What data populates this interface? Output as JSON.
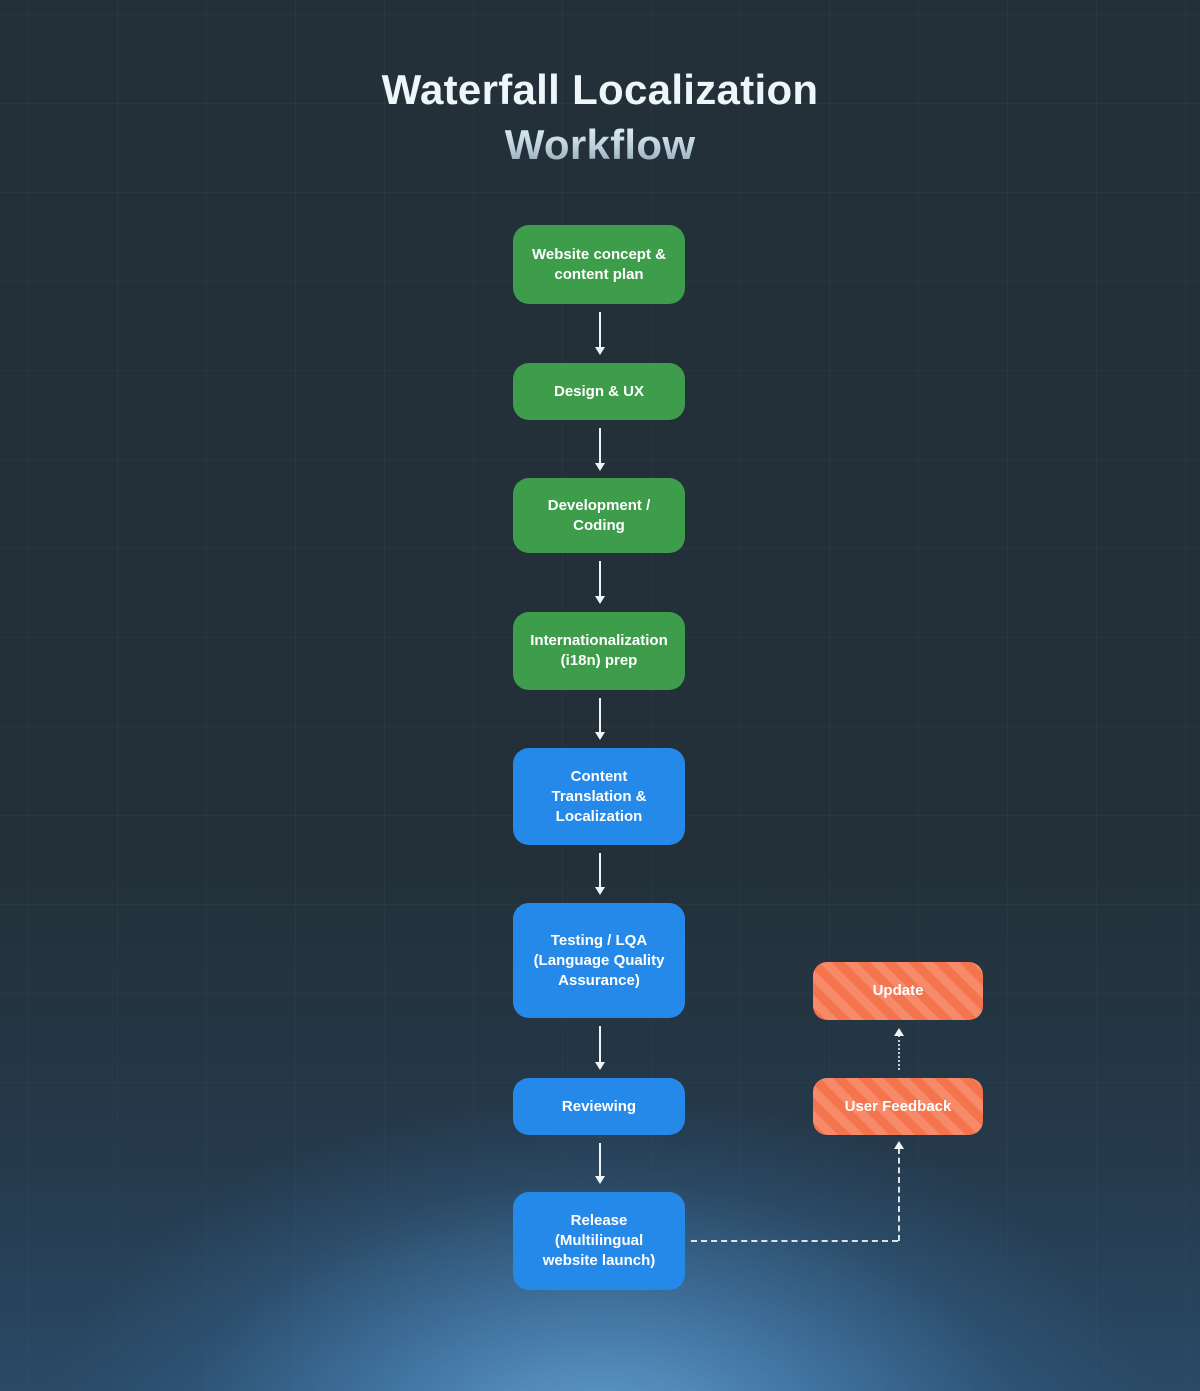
{
  "title": {
    "line1": "Waterfall Localization",
    "line2": "Workflow"
  },
  "flow": {
    "steps": [
      {
        "id": "step-1",
        "label": "Website concept & content plan",
        "color": "green"
      },
      {
        "id": "step-2",
        "label": "Design & UX",
        "color": "green"
      },
      {
        "id": "step-3",
        "label": "Development / Coding",
        "color": "green"
      },
      {
        "id": "step-4",
        "label": "Internationalization (i18n) prep",
        "color": "green"
      },
      {
        "id": "step-5",
        "label": "Content Translation & Localization",
        "color": "blue"
      },
      {
        "id": "step-6",
        "label": "Testing / LQA (Language Quality Assurance)",
        "color": "blue"
      },
      {
        "id": "step-7",
        "label": "Reviewing",
        "color": "blue"
      },
      {
        "id": "step-8",
        "label": "Release (Multilingual website launch)",
        "color": "blue"
      }
    ],
    "feedback_loop": [
      {
        "id": "update",
        "label": "Update",
        "color": "orange-striped"
      },
      {
        "id": "user-feedback",
        "label": "User Feedback",
        "color": "orange-striped"
      }
    ],
    "edges": [
      {
        "from": "step-1",
        "to": "step-2",
        "style": "solid-arrow"
      },
      {
        "from": "step-2",
        "to": "step-3",
        "style": "solid-arrow"
      },
      {
        "from": "step-3",
        "to": "step-4",
        "style": "solid-arrow"
      },
      {
        "from": "step-4",
        "to": "step-5",
        "style": "solid-arrow"
      },
      {
        "from": "step-5",
        "to": "step-6",
        "style": "solid-arrow"
      },
      {
        "from": "step-6",
        "to": "step-7",
        "style": "solid-arrow"
      },
      {
        "from": "step-7",
        "to": "step-8",
        "style": "solid-arrow"
      },
      {
        "from": "step-8",
        "to": "user-feedback",
        "style": "dashed-elbow-arrow"
      },
      {
        "from": "user-feedback",
        "to": "update",
        "style": "dotted-arrow"
      }
    ]
  },
  "colors": {
    "background": "#233039",
    "bottom_glow": "#4d8cc4",
    "step_green": "#3e9d4b",
    "step_blue": "#2589e9",
    "feedback_orange": "#f4744d",
    "feedback_orange_stripe": "#f78a69",
    "node_text": "#ffffff",
    "arrow": "#eef4f8"
  }
}
